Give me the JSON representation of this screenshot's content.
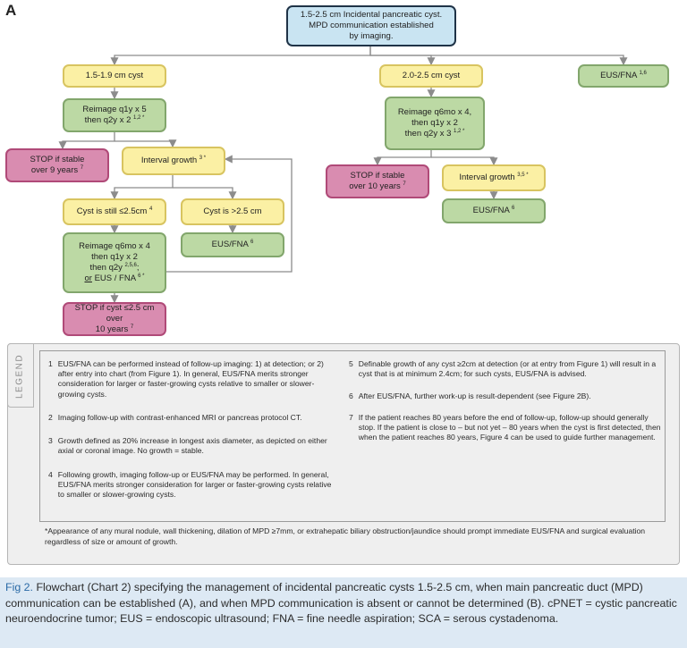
{
  "panel_label": "A",
  "nodes": {
    "root": "1.5-2.5 cm Incidental pancreatic cyst.\nMPD communication established\nby imaging.",
    "size_small": "1.5-1.9 cm cyst",
    "size_mid": "2.0-2.5 cm cyst",
    "eus_fna_top": "EUS/FNA",
    "eus_fna_top_sup": "1,6",
    "reimage_small": "Reimage q1y x 5\nthen q2y x 2",
    "reimage_small_sup": "1,2 *",
    "stop_9": "STOP if stable\nover 9 years",
    "stop_9_sup": "7",
    "growth_left": "Interval growth",
    "growth_left_sup": "3 *",
    "still_small": "Cyst is still ≤2.5cm",
    "still_small_sup": "4",
    "over_25": "Cyst is >2.5 cm",
    "eus_left": "EUS/FNA",
    "eus_left_sup": "6",
    "reimage_left_l1": "Reimage q6mo x 4",
    "reimage_left_l2": "then q1y x 2",
    "reimage_left_l3": "then q2y",
    "reimage_left_l3_sup": "2,5,6",
    "reimage_left_l3_end": ";",
    "reimage_left_or": "or",
    "reimage_left_l4": "EUS / FNA",
    "reimage_left_l4_sup": "6 *",
    "stop_small": "STOP if cyst ≤2.5 cm over\n10 years",
    "stop_small_sup": "7",
    "reimage_mid": "Reimage q6mo x 4,\nthen q1y x 2\nthen q2y x 3",
    "reimage_mid_sup": "1,2 *",
    "stop_10": "STOP if stable\nover 10 years",
    "stop_10_sup": "7",
    "growth_right": "Interval growth",
    "growth_right_sup": "3,5 *",
    "eus_right": "EUS/FNA",
    "eus_right_sup": "6"
  },
  "legend": {
    "title": "LEGEND",
    "notes_left": [
      {
        "num": "1",
        "text": "EUS/FNA can be performed instead of follow-up imaging: 1) at detection; or 2) after entry into chart (from Figure 1).  In general, EUS/FNA merits stronger consideration for larger or faster-growing cysts relative to smaller or slower-growing cysts."
      },
      {
        "num": "2",
        "text": "Imaging follow-up with contrast-enhanced MRI or pancreas protocol CT."
      },
      {
        "num": "3",
        "text": "Growth defined as 20% increase in longest axis diameter, as depicted on either axial or coronal image.  No growth = stable."
      },
      {
        "num": "4",
        "text": "Following growth, imaging follow-up or EUS/FNA may be performed.  In general, EUS/FNA merits stronger consideration for larger or faster-growing cysts relative to smaller or slower-growing cysts."
      }
    ],
    "notes_right": [
      {
        "num": "5",
        "text": "Definable growth of any cyst ≥2cm at detection (or at entry from Figure 1) will result in a cyst that is at minimum 2.4cm; for such cysts, EUS/FNA is advised."
      },
      {
        "num": "6",
        "text": "After EUS/FNA, further work-up is result-dependent (see Figure 2B)."
      },
      {
        "num": "7",
        "text": "If the patient reaches 80 years before the end of follow-up, follow-up should generally stop. If the patient is close to – but not yet – 80 years when the cyst is first detected, then when the patient reaches 80 years, Figure 4 can be used to guide further management."
      }
    ],
    "footnote": "*Appearance of any mural nodule, wall thickening, dilation of MPD ≥7mm, or extrahepatic biliary obstruction/jaundice should prompt immediate EUS/FNA and surgical evaluation regardless of size or amount of growth."
  },
  "caption": {
    "fig_label": "Fig 2.",
    "text": " Flowchart (Chart 2) specifying the management of incidental pancreatic cysts 1.5-2.5 cm, when main pancreatic duct (MPD) communication can be established (A), and when MPD communication is absent or cannot be determined (B). cPNET = cystic pancreatic neuroendocrine tumor; EUS = endoscopic ultrasound; FNA = fine needle aspiration; SCA = serous cystadenoma."
  },
  "colors": {
    "root_fill": "#c9e4f2",
    "size_fill": "#fbf0a4",
    "action_fill": "#bcd9a4",
    "stop_fill": "#d98cb0",
    "connector": "#8c8c8c",
    "caption_bg": "#dde9f4",
    "caption_label": "#2a6aa6"
  }
}
